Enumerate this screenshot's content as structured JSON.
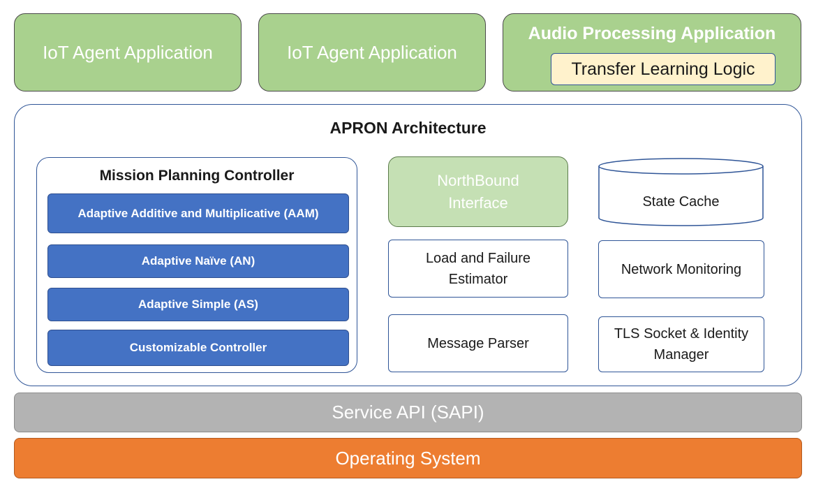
{
  "applications": [
    {
      "label": "IoT Agent Application"
    },
    {
      "label": "IoT Agent Application"
    },
    {
      "label": "Audio Processing Application",
      "sub_label": "Transfer Learning Logic"
    }
  ],
  "apron": {
    "title": "APRON Architecture",
    "mission_planning": {
      "title": "Mission Planning Controller",
      "controllers": [
        "Adaptive Additive and Multiplicative (AAM)",
        "Adaptive Naïve (AN)",
        "Adaptive Simple (AS)",
        "Customizable Controller"
      ]
    },
    "northbound": "NorthBound Interface",
    "state_cache": "State Cache",
    "load_failure": "Load and Failure Estimator",
    "network_monitoring": "Network Monitoring",
    "message_parser": "Message Parser",
    "tls": "TLS Socket & Identity Manager"
  },
  "sapi": "Service API (SAPI)",
  "os": "Operating System",
  "colors": {
    "app_green": "#a9d18e",
    "transfer_yellow": "#fff2cc",
    "controller_blue": "#4472c4",
    "northbound_green": "#c5e0b4",
    "border_blue": "#2f5597",
    "sapi_gray": "#b3b3b3",
    "os_orange": "#ed7d31"
  }
}
